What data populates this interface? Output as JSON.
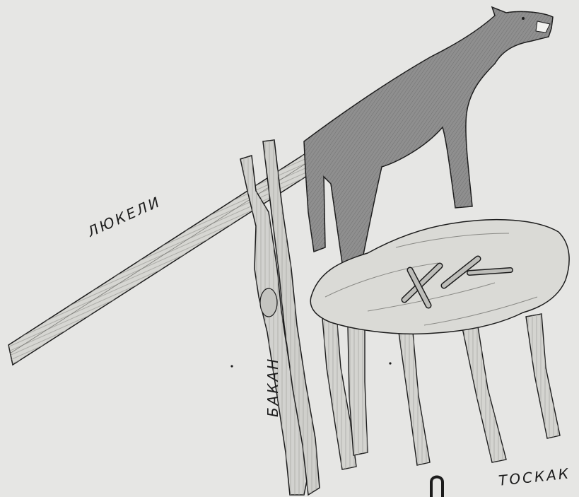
{
  "labels": {
    "pole": "ЛЮКЕЛИ",
    "stake": "БАКАН",
    "platform": "ТОСКАК"
  },
  "colors": {
    "paper": "#e6e6e4",
    "ink": "#1c1c1c",
    "horse": "#8f8f8f",
    "wood": "#d2d2cf",
    "fleece": "#dadad6"
  }
}
